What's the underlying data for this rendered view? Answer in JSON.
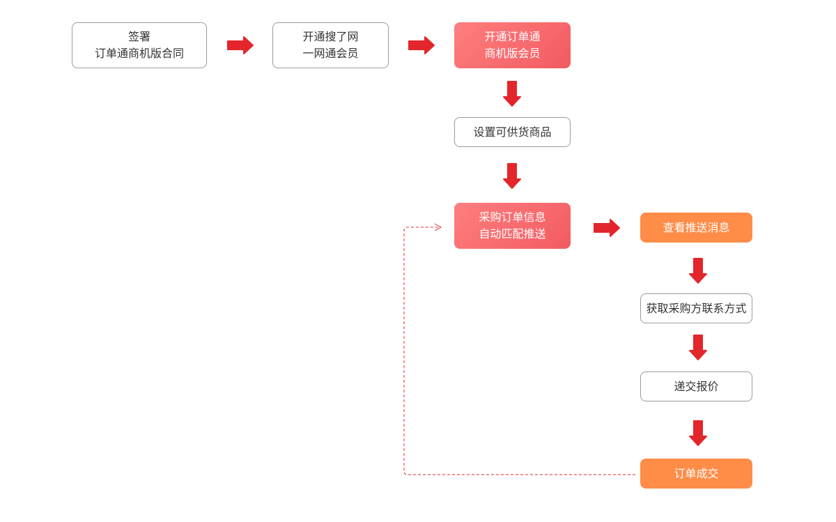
{
  "diagram": {
    "nodes": {
      "sign_contract": {
        "lines": [
          "签署",
          "订单通商机版合同"
        ]
      },
      "open_member": {
        "lines": [
          "开通搜了网",
          "一网通会员"
        ]
      },
      "open_order_member": {
        "lines": [
          "开通订单通",
          "商机版会员"
        ]
      },
      "set_goods": {
        "lines": [
          "设置可供货商品"
        ]
      },
      "auto_push": {
        "lines": [
          "采购订单信息",
          "自动匹配推送"
        ]
      },
      "view_push": {
        "lines": [
          "查看推送消息"
        ]
      },
      "get_contact": {
        "lines": [
          "获取采购方联系方式"
        ]
      },
      "submit_quote": {
        "lines": [
          "递交报价"
        ]
      },
      "order_deal": {
        "lines": [
          "订单成交"
        ]
      }
    },
    "colors": {
      "arrow": "#e3262c",
      "outline_border": "#9a9a9a",
      "red_node_start": "#ff7e7e",
      "red_node_end": "#f25b62",
      "orange_node": "#ff8c47",
      "dashed_line": "#e3262c"
    }
  }
}
